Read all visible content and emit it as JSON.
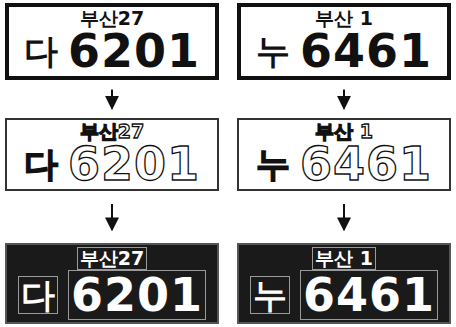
{
  "diagram": {
    "nodes": [
      {
        "text": [
          "부산27",
          "다",
          "6201"
        ]
      },
      {
        "text": [
          "부산 1",
          "누",
          "6461"
        ]
      },
      {
        "text": [
          "부산27",
          "다",
          "6201"
        ]
      },
      {
        "text": [
          "부산 1",
          "누",
          "6461"
        ]
      },
      {
        "text": [
          "부산27",
          "다",
          "6201"
        ]
      },
      {
        "text": [
          "부산 1",
          "누",
          "6461"
        ]
      }
    ],
    "edges": [
      {
        "from": 0,
        "to": 2,
        "arrow": "to"
      },
      {
        "from": 2,
        "to": 4,
        "arrow": "to"
      },
      {
        "from": 1,
        "to": 3,
        "arrow": "to"
      },
      {
        "from": 3,
        "to": 5,
        "arrow": "to"
      }
    ]
  }
}
